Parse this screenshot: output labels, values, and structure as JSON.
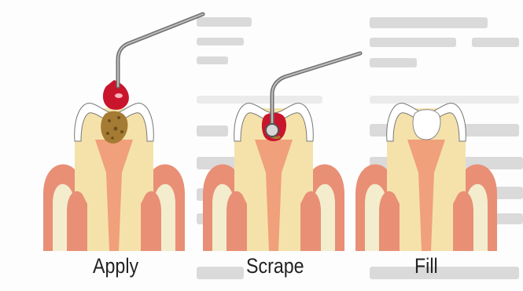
{
  "steps": [
    {
      "label": "Apply"
    },
    {
      "label": "Scrape"
    },
    {
      "label": "Fill"
    }
  ],
  "colors": {
    "gum": "#e98f76",
    "gum_light": "#f7d2c2",
    "enamel": "#ffffff",
    "dentin": "#f5e2ab",
    "pulp": "#f0a07a",
    "bone": "#f3edcd",
    "caries": "#a57b34",
    "gel": "#c8152c",
    "instrument": "#9a9a9a"
  },
  "icons": {
    "apply_tool": "dropper-applicator-icon",
    "scrape_tool": "curette-scraper-icon"
  }
}
